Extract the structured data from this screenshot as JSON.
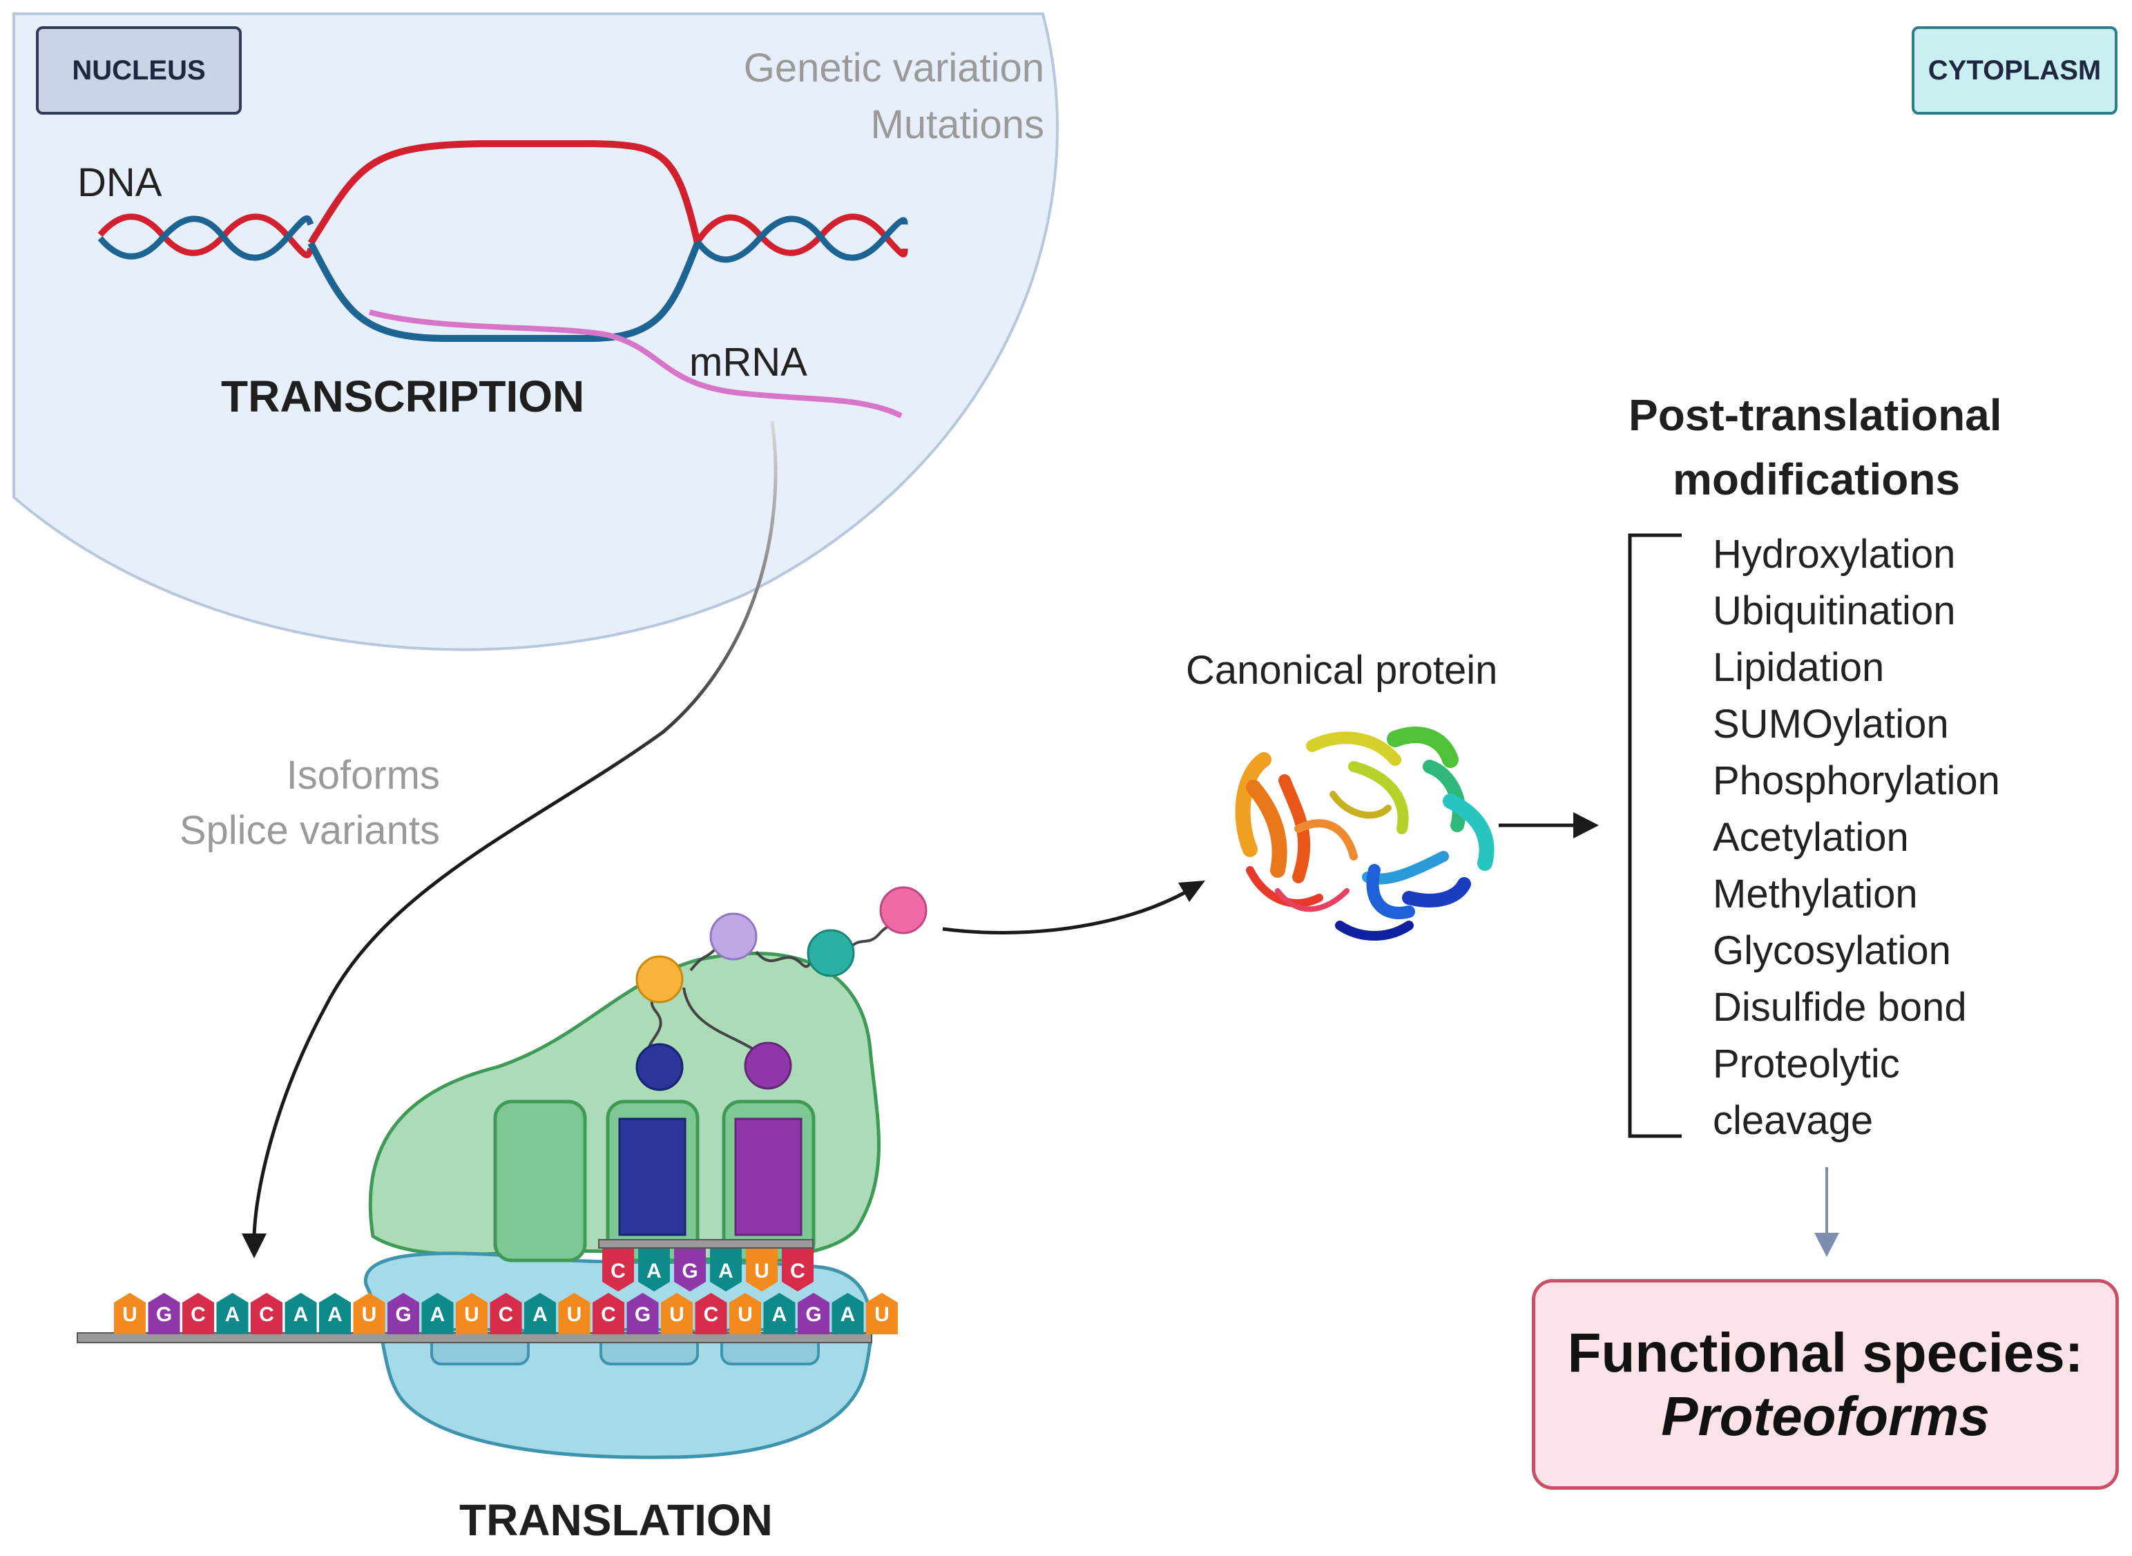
{
  "labels": {
    "nucleus": "NUCLEUS",
    "cytoplasm": "CYTOPLASM",
    "genetic_variation": "Genetic variation",
    "mutations": "Mutations",
    "dna": "DNA",
    "mrna": "mRNA",
    "transcription": "TRANSCRIPTION",
    "isoforms": "Isoforms",
    "splice_variants": "Splice variants",
    "canonical_protein": "Canonical protein",
    "translation": "TRANSLATION",
    "ptm_title_1": "Post-translational",
    "ptm_title_2": "modifications",
    "functional_species": "Functional species:",
    "proteoforms": "Proteoforms"
  },
  "ptm_list": [
    "Hydroxylation",
    "Ubiquitination",
    "Lipidation",
    "SUMOylation",
    "Phosphorylation",
    "Acetylation",
    "Methylation",
    "Glycosylation",
    "Disulfide bond",
    "Proteolytic",
    "cleavage"
  ],
  "codons_top": [
    "C",
    "A",
    "G",
    "A",
    "U",
    "C"
  ],
  "mrna_bases": [
    "U",
    "G",
    "C",
    "A",
    "C",
    "A",
    "A",
    "U",
    "G",
    "A",
    "U",
    "C",
    "A",
    "U",
    "C",
    "G",
    "U",
    "C",
    "U",
    "A",
    "G",
    "A",
    "U"
  ],
  "colors": {
    "nucleus_fill": "#e6effa",
    "nucleus_border": "#b8c8dc",
    "dna_red": "#d2202e",
    "dna_blue": "#1d6492",
    "mrna_pink": "#d776c8",
    "ribosome_green": "#acdcb7",
    "ribosome_green_border": "#3f9a57",
    "ribosome_blue": "#a5dbe8",
    "ribosome_blue_border": "#3e93ad",
    "nucleus_tag": "#cbd3e6",
    "cytoplasm_tag": "#c9eff3",
    "func_fill": "#fbe3e8",
    "func_border": "#c94f68"
  }
}
